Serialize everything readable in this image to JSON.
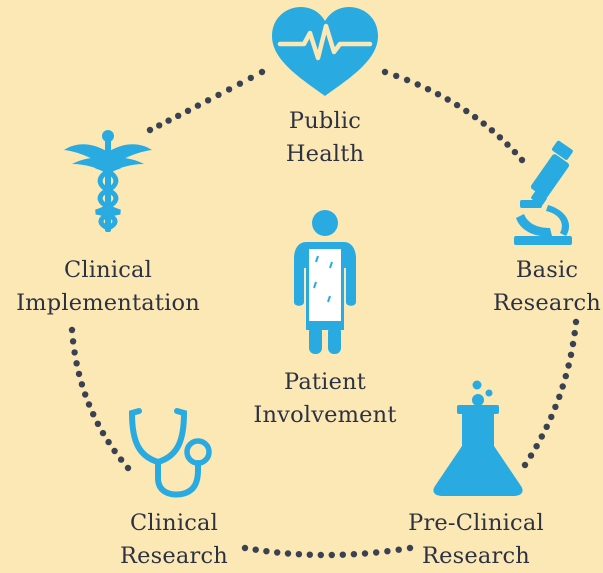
{
  "colors": {
    "background": "#fbe8b5",
    "icon": "#29abe2",
    "text": "#2c3241",
    "dots": "#3a4252"
  },
  "center": {
    "icon": "patient-icon",
    "line1": "Patient",
    "line2": "Involvement"
  },
  "nodes": [
    {
      "id": "public-health",
      "icon": "heart-pulse-icon",
      "line1": "Public",
      "line2": "Health"
    },
    {
      "id": "basic-research",
      "icon": "microscope-icon",
      "line1": "Basic",
      "line2": "Research"
    },
    {
      "id": "pre-clinical-research",
      "icon": "flask-icon",
      "line1": "Pre-Clinical",
      "line2": "Research"
    },
    {
      "id": "clinical-research",
      "icon": "stethoscope-icon",
      "line1": "Clinical",
      "line2": "Research"
    },
    {
      "id": "clinical-implementation",
      "icon": "caduceus-icon",
      "line1": "Clinical",
      "line2": "Implementation"
    }
  ]
}
